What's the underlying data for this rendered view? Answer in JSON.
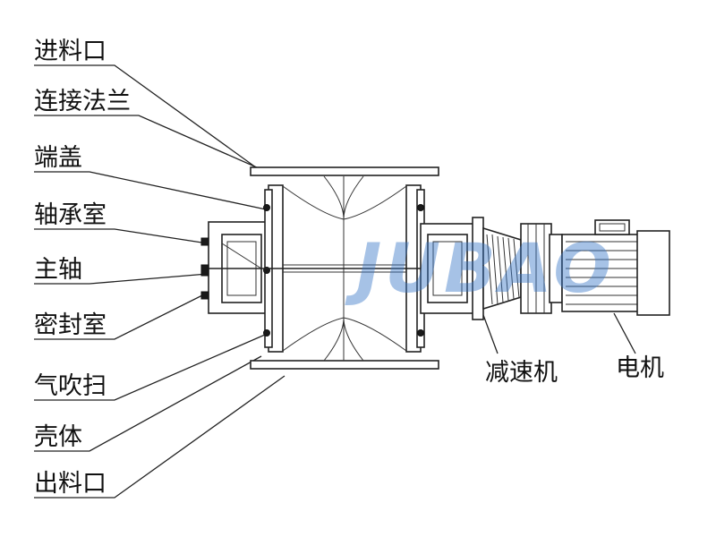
{
  "left_labels": [
    {
      "key": "inlet",
      "text": "进料口"
    },
    {
      "key": "flange",
      "text": "连接法兰"
    },
    {
      "key": "end_cover",
      "text": "端盖"
    },
    {
      "key": "bearing_chamber",
      "text": "轴承室"
    },
    {
      "key": "main_shaft",
      "text": "主轴"
    },
    {
      "key": "seal_chamber",
      "text": "密封室"
    },
    {
      "key": "air_purge",
      "text": "气吹扫"
    },
    {
      "key": "housing",
      "text": "壳体"
    },
    {
      "key": "outlet",
      "text": "出料口"
    }
  ],
  "right_labels": {
    "reducer": "减速机",
    "motor": "电机"
  },
  "watermark": "JUBAO",
  "colors": {
    "line": "#222222",
    "watermark_blue": "#3a78c8",
    "watermark_yellow": "#e8c24a"
  }
}
